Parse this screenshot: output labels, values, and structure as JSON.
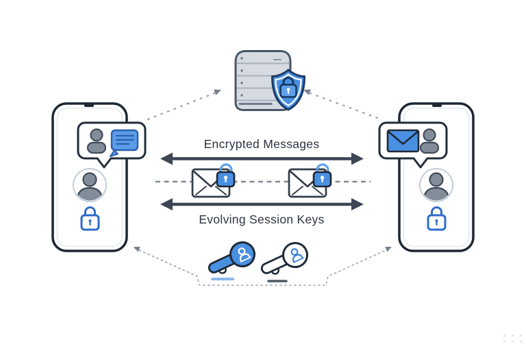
{
  "labels": {
    "encrypted_messages": "Encrypted Messages",
    "evolving_session_keys": "Evolving Session Keys"
  },
  "decor": {
    "watermark_marks": "× × ×\n× × ×"
  },
  "colors": {
    "accent_blue": "#4a90e2",
    "light_blue": "#5b9ce6",
    "lock_outline_blue": "#2e6cc9",
    "shackle_blue": "#5aa0f0",
    "dark_outline": "#1f2937",
    "arrow": "#3d4654",
    "server_gray": "#d6dbe2",
    "person_gray": "#838d99",
    "dotted_gray": "#98a1ab",
    "text": "#2b3440"
  },
  "icons": {
    "center_top": "server-stack-icon + shield-lock-icon",
    "left_bubble": [
      "user-icon",
      "chat-message-icon"
    ],
    "right_bubble": [
      "envelope-icon",
      "user-icon"
    ],
    "left_phone": [
      "avatar-icon",
      "lock-icon"
    ],
    "right_phone": [
      "avatar-icon",
      "lock-icon"
    ],
    "middle_row": [
      "locked-envelope-icon",
      "locked-envelope-icon"
    ],
    "bottom_row": [
      "user-key-filled-icon",
      "user-key-outline-icon"
    ]
  }
}
